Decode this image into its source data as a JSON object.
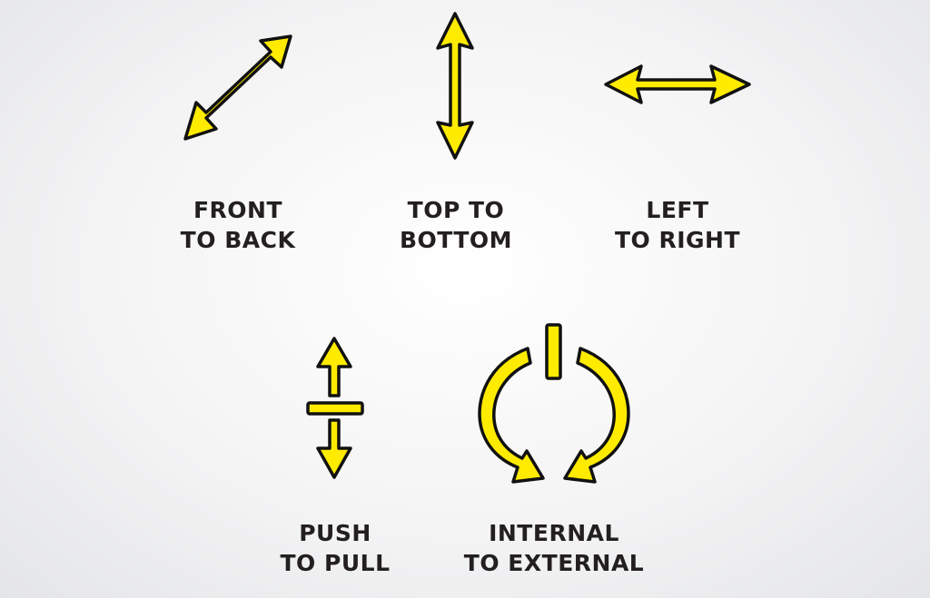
{
  "colors": {
    "arrow_fill": "#ffeb00",
    "outline": "#111111",
    "text": "#231f20"
  },
  "motions": [
    {
      "icon": "diagonal-arrow-icon",
      "label_line1": "FRONT",
      "label_line2": "TO BACK"
    },
    {
      "icon": "vertical-arrow-icon",
      "label_line1": "TOP TO",
      "label_line2": "BOTTOM"
    },
    {
      "icon": "horizontal-arrow-icon",
      "label_line1": "LEFT",
      "label_line2": "TO RIGHT"
    },
    {
      "icon": "push-pull-arrows-icon",
      "label_line1": "PUSH",
      "label_line2": "TO PULL"
    },
    {
      "icon": "circular-rotation-arrows-icon",
      "label_line1": "INTERNAL",
      "label_line2": "TO EXTERNAL"
    }
  ]
}
